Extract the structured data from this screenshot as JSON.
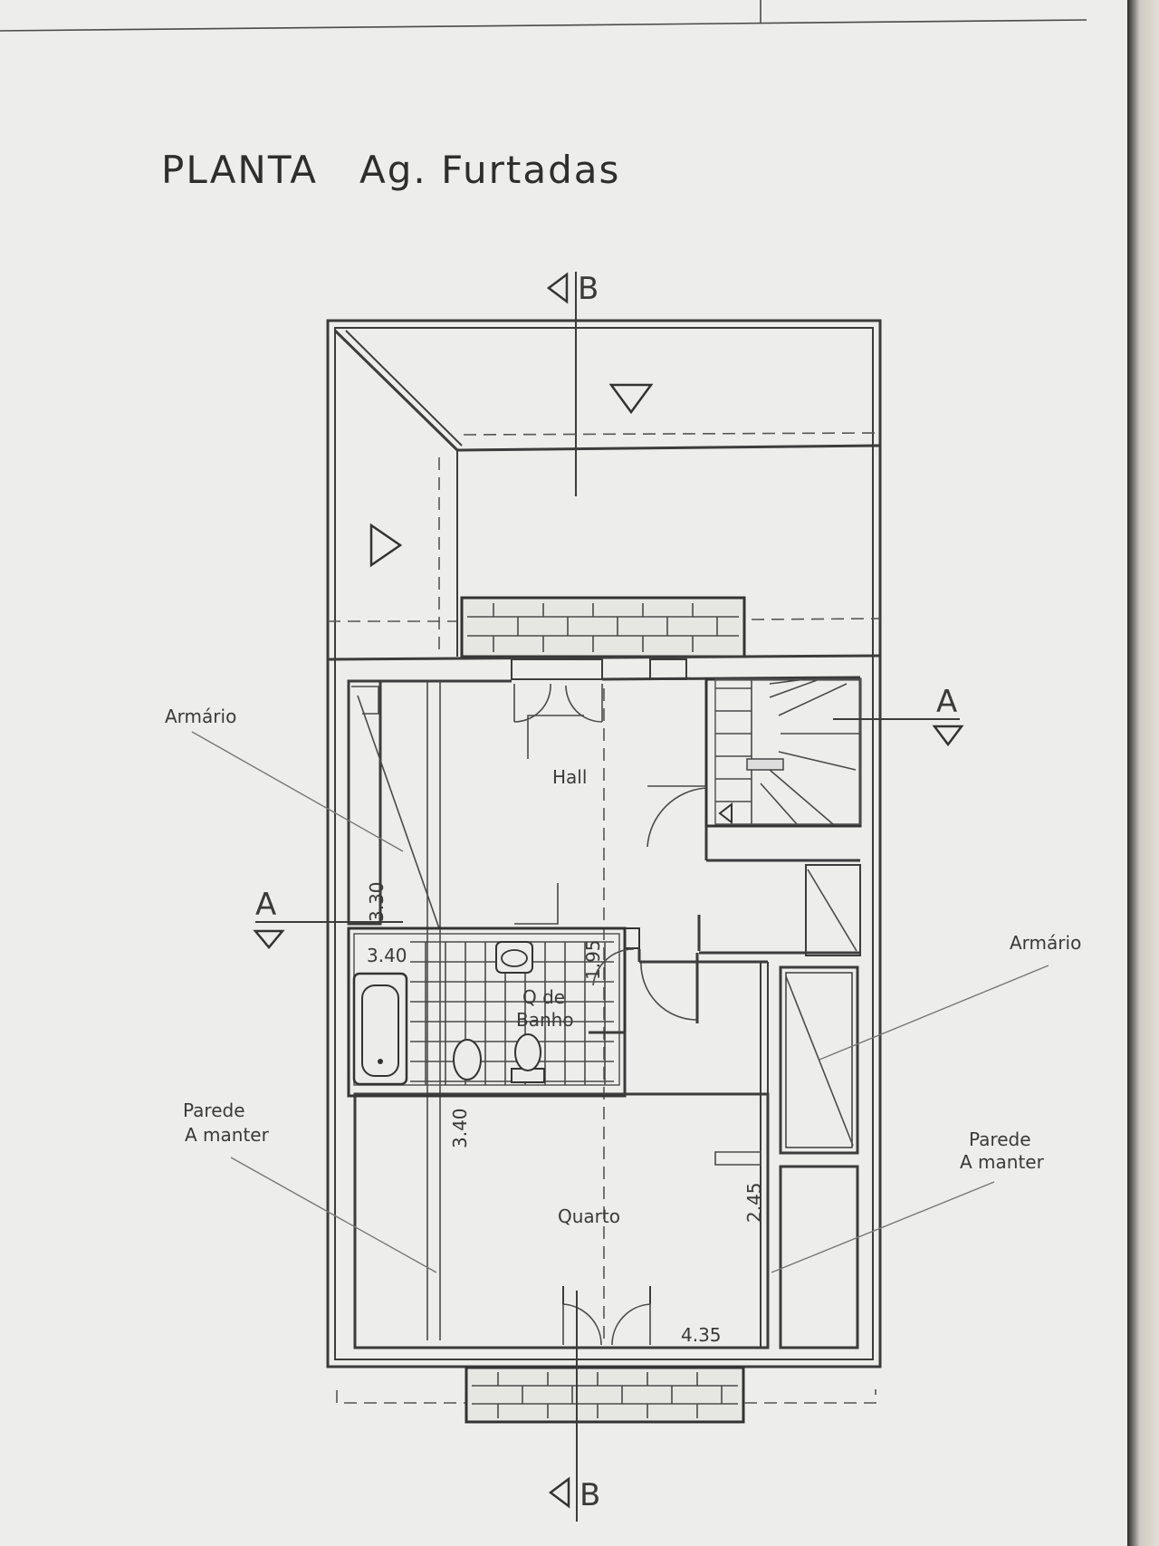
{
  "drawing": {
    "title": "PLANTA   Ag. Furtadas",
    "rooms": {
      "hall": "Hall",
      "bathroom_line1": "Q de",
      "bathroom_line2": "Banho",
      "bedroom": "Quarto"
    },
    "annotations": {
      "wardrobe_left": "Armário",
      "wardrobe_right": "Armário",
      "wall_left_line1": "Parede",
      "wall_left_line2": "A manter",
      "wall_right_line1": "Parede",
      "wall_right_line2": "A manter"
    },
    "dimensions": {
      "d1": "3.30",
      "d2": "3.40",
      "d3": "1.95",
      "d4": "3.40",
      "d5": "2.45",
      "d6": "4.35"
    },
    "section_markers": {
      "b_top": "B",
      "b_bottom": "B",
      "a_left": "A",
      "a_right": "A"
    }
  },
  "colors": {
    "paper": "#ededeb",
    "ink": "#3c3c3c"
  }
}
